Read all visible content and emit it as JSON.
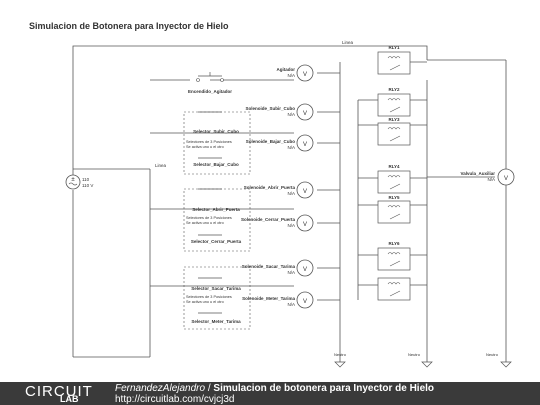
{
  "title": "Simulacion de Botonera para Inyector de Hielo",
  "footer": {
    "logo_top": "CIRCUIT",
    "logo_bottom": "LAB",
    "author": "FernandezAlejandro",
    "separator": " / ",
    "project": "Simulacion de botonera para Inyector de Hielo",
    "url": "http://circuitlab.com/cvjcj3d"
  },
  "nets": {
    "linea_top": "Linea",
    "linea_left": "Linea",
    "neutro": "Neutro"
  },
  "source": {
    "voltage": "110",
    "value": "110 V"
  },
  "loads": [
    {
      "name": "Agitador",
      "value": "N/A"
    },
    {
      "name": "Solenoide_Subir_Cubo",
      "value": "N/A"
    },
    {
      "name": "Solenoide_Bajar_Cubo",
      "value": "N/A"
    },
    {
      "name": "Solenoide_Abrir_Puerta",
      "value": "N/A"
    },
    {
      "name": "Solenoide_Cerrar_Puerta",
      "value": "N/A"
    },
    {
      "name": "Solenoide_Sacar_Tarima",
      "value": "N/A"
    },
    {
      "name": "Solenoide_Meter_Tarima",
      "value": "N/A"
    },
    {
      "name": "Valvula_Auxiliar",
      "value": "N/A"
    }
  ],
  "switches": {
    "encendido": "Encendido_Agitador",
    "selectors": [
      {
        "top": "Selector_Subir_Cubo",
        "bottom": "Selector_Bajar_Cubo"
      },
      {
        "top": "Selector_Abrir_Puerta",
        "bottom": "Selector_Cerrar_Puerta"
      },
      {
        "top": "Selector_Sacar_Tarima",
        "bottom": "Selector_Meter_Tarima"
      }
    ],
    "note_line1": "Selectores de 3 Posiciones",
    "note_line2": "Se activa uno u el otro"
  },
  "relays": [
    "RLY1",
    "RLY2",
    "RLY3",
    "RLY4",
    "RLY5",
    "RLY6"
  ]
}
